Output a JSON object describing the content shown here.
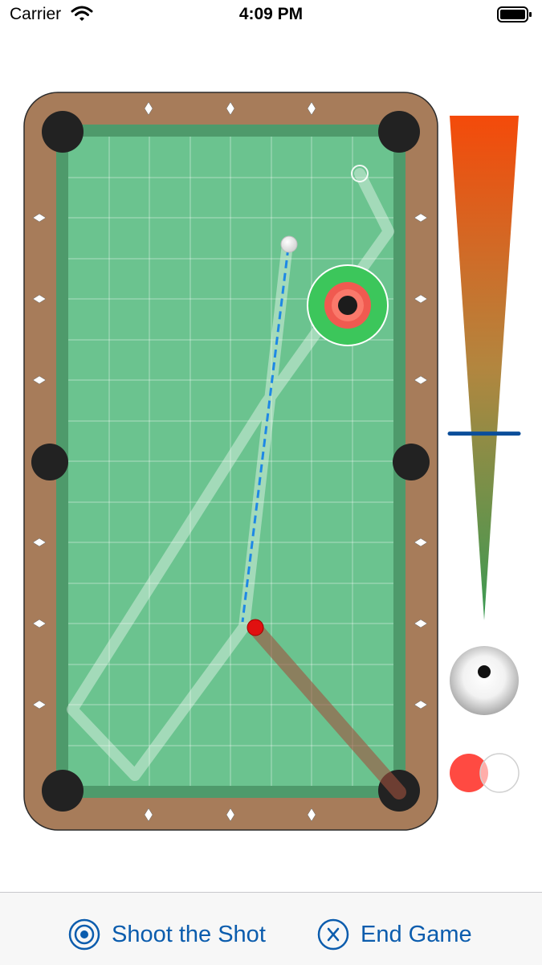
{
  "status_bar": {
    "carrier": "Carrier",
    "time": "4:09 PM"
  },
  "toolbar": {
    "shoot_label": "Shoot the Shot",
    "end_label": "End Game",
    "shoot_icon": "target-icon",
    "end_icon": "x-circle-icon"
  },
  "colors": {
    "felt": "#6bc38f",
    "rail": "#a77c5a",
    "pocket": "#222222",
    "accent": "#0b5cad",
    "target_outer": "#3cc65b",
    "target_inner": "#f05a50",
    "object_ball": "#e01010",
    "aim_line": "#1e88e5",
    "power_indicator": "#0b4e9a"
  },
  "table": {
    "cue_ball": "white",
    "object_ball": "red",
    "target_pocket": "bottom-right"
  },
  "controls": {
    "power_level": 0.37,
    "spin": "high-center",
    "cut": "half-ball"
  }
}
